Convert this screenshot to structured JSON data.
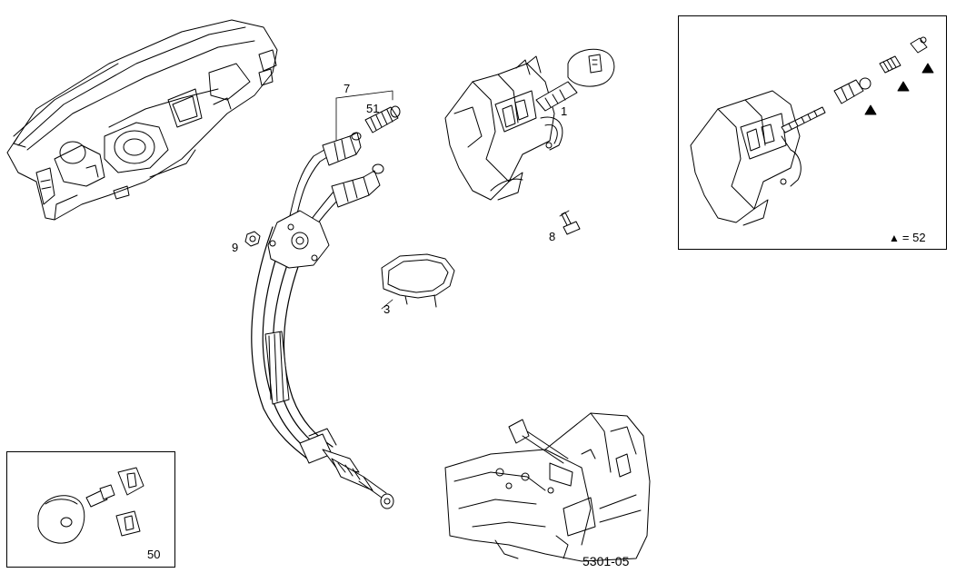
{
  "callouts": {
    "c1": "1",
    "c3": "3",
    "c7": "7",
    "c8": "8",
    "c9": "9",
    "c50": "50",
    "c51": "51"
  },
  "inset_legend": {
    "symbol": "▲",
    "text": "= 52"
  },
  "drawing_code": "5301-05"
}
